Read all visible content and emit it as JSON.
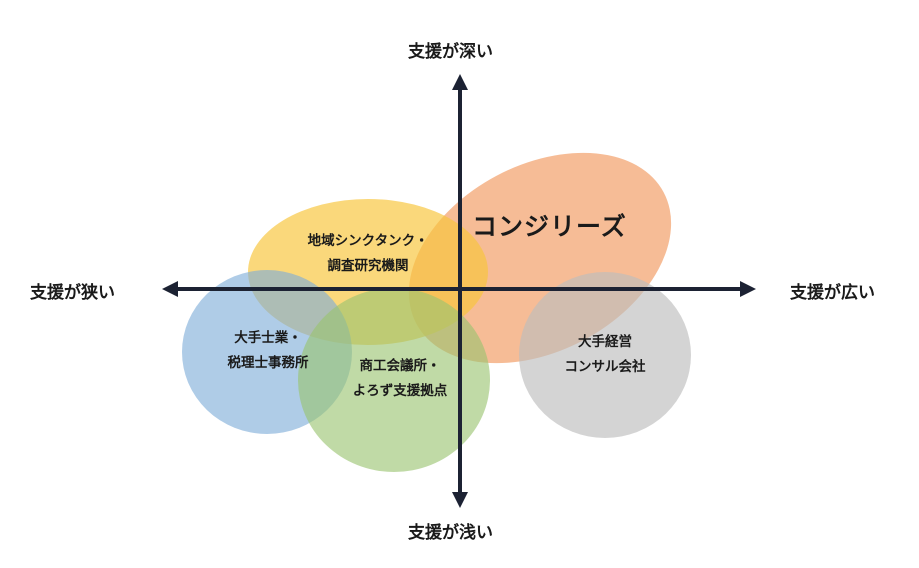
{
  "axis_labels": {
    "top": "支援が深い",
    "bottom": "支援が浅い",
    "left": "支援が狭い",
    "right": "支援が広い"
  },
  "entities": {
    "consulting": {
      "label": "コンジリーズ",
      "color": "#f2a26e"
    },
    "think_tank": {
      "line1": "地域シンクタンク・",
      "line2": "調査研究機関",
      "color": "#f8c53c"
    },
    "accounting": {
      "line1": "大手士業・",
      "line2": "税理士事務所",
      "color": "#7eadd9"
    },
    "chamber": {
      "line1": "商工会議所・",
      "line2": "よろず支援拠点",
      "color": "#99c46f"
    },
    "big_consulting": {
      "line1": "大手経営",
      "line2": "コンサル会社",
      "color": "#bdbdbd"
    }
  },
  "colors": {
    "axis": "#1c2233"
  }
}
